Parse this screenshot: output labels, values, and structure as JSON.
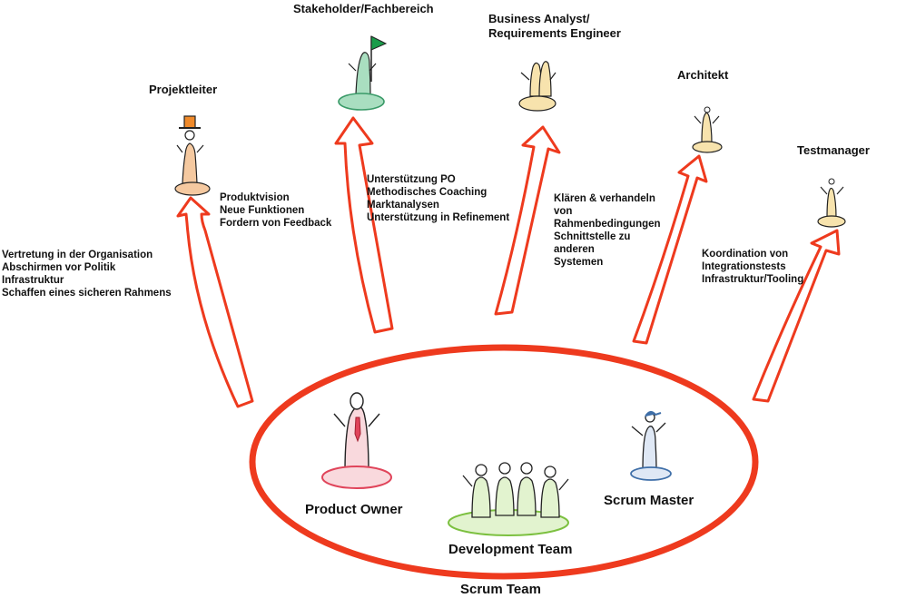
{
  "roles": {
    "projektleiter": "Projektleiter",
    "stakeholder": "Stakeholder/Fachbereich",
    "ba_line1": "Business Analyst/",
    "ba_line2": "Requirements Engineer",
    "architekt": "Architekt",
    "testmanager": "Testmanager"
  },
  "team": {
    "product_owner": "Product Owner",
    "development_team": "Development Team",
    "scrum_master": "Scrum Master",
    "scrum_team": "Scrum Team"
  },
  "annotations": {
    "organisation": [
      "Vertretung in der Organisation",
      "Abschirmen vor Politik",
      "Infrastruktur",
      "Schaffen eines sicheren Rahmens"
    ],
    "projektleiter": [
      "Produktvision",
      "Neue Funktionen",
      "Fordern von Feedback"
    ],
    "stakeholder": [
      "Unterstützung PO",
      "Methodisches Coaching",
      "Marktanalysen",
      "Unterstützung in Refinement"
    ],
    "ba": [
      "Klären & verhandeln",
      "von",
      "Rahmenbedingungen",
      "Schnittstelle zu",
      "anderen",
      "Systemen"
    ],
    "architekt": [
      "Koordination von",
      "Integrationstests",
      "Infrastruktur/Tooling"
    ]
  },
  "colors": {
    "arrow": "#ee3a1e",
    "projektleiter": "#f5a46a",
    "stakeholder": "#3a9a68",
    "ba": "#f0cf7a",
    "architekt": "#f0c85a",
    "testmanager": "#f0cf7a",
    "product_owner": "#e0445a",
    "dev_team": "#7cc040",
    "scrum_master": "#3f6fa8",
    "flag": "#1a9c4a",
    "hat": "#f08a2a"
  }
}
